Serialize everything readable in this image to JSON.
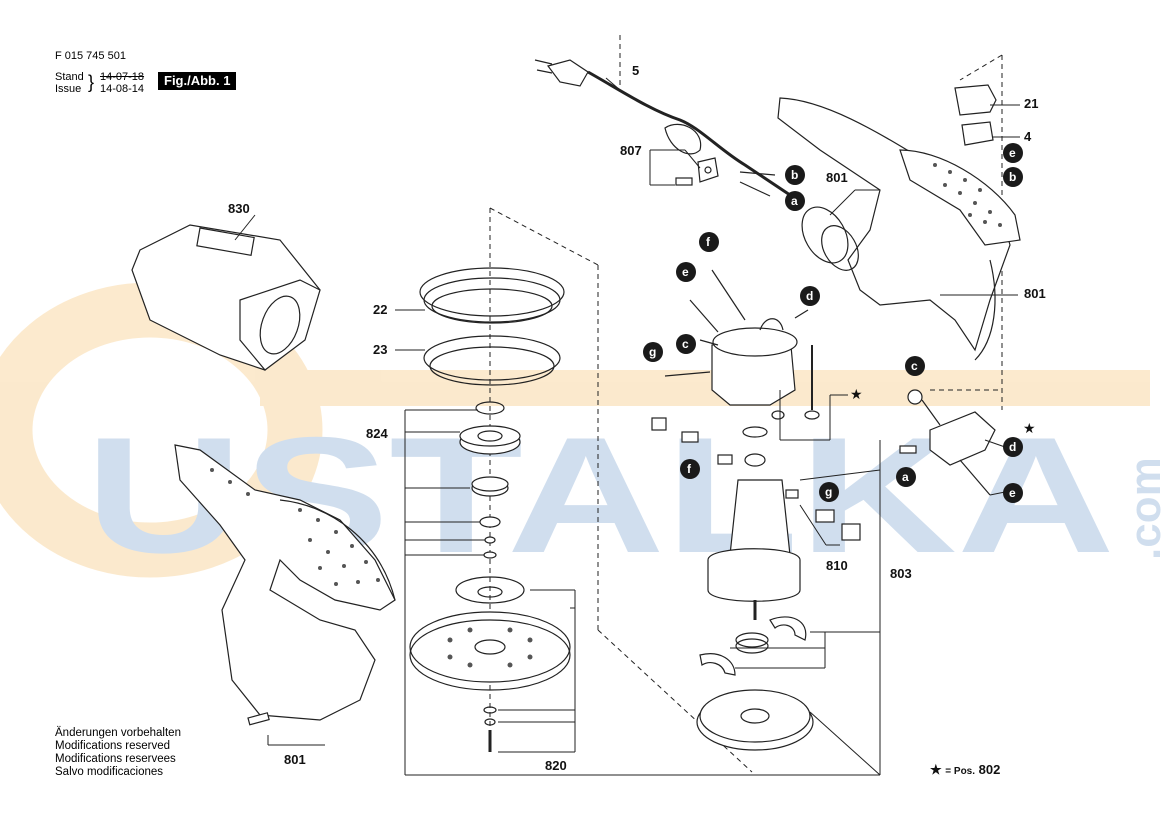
{
  "document": {
    "part_number": "F 015 745 501",
    "stand_label": "Stand",
    "issue_label": "Issue",
    "stand_date_old": "14-07-18",
    "issue_date": "14-08-14",
    "figure_label": "Fig./Abb. 1"
  },
  "notes": [
    "Änderungen vorbehalten",
    "Modifications reserved",
    "Modifications reservees",
    "Salvo modificaciones"
  ],
  "legend": {
    "star": "★",
    "equals_text": "= Pos.",
    "position": "802"
  },
  "watermark": {
    "text": "USTALKA",
    "suffix": ".com",
    "color_blue": "#2f6fb5",
    "color_orange": "#f0a020"
  },
  "part_labels": {
    "cord": "5",
    "cord_clamp": "807",
    "housing_a": "801",
    "housing_b": "801",
    "housing_screw": "801",
    "switch_cap": "21",
    "switch": "4",
    "dust_box": "830",
    "seal_ring": "22",
    "seal": "23",
    "bearing_set": "824",
    "sanding_pad_set": "820",
    "brush_holder": "810",
    "armature_set": "803"
  },
  "wire_badges": [
    "a",
    "b",
    "c",
    "d",
    "e",
    "f",
    "g"
  ],
  "colors": {
    "badge": "#1a1a1a",
    "line": "#222222"
  }
}
